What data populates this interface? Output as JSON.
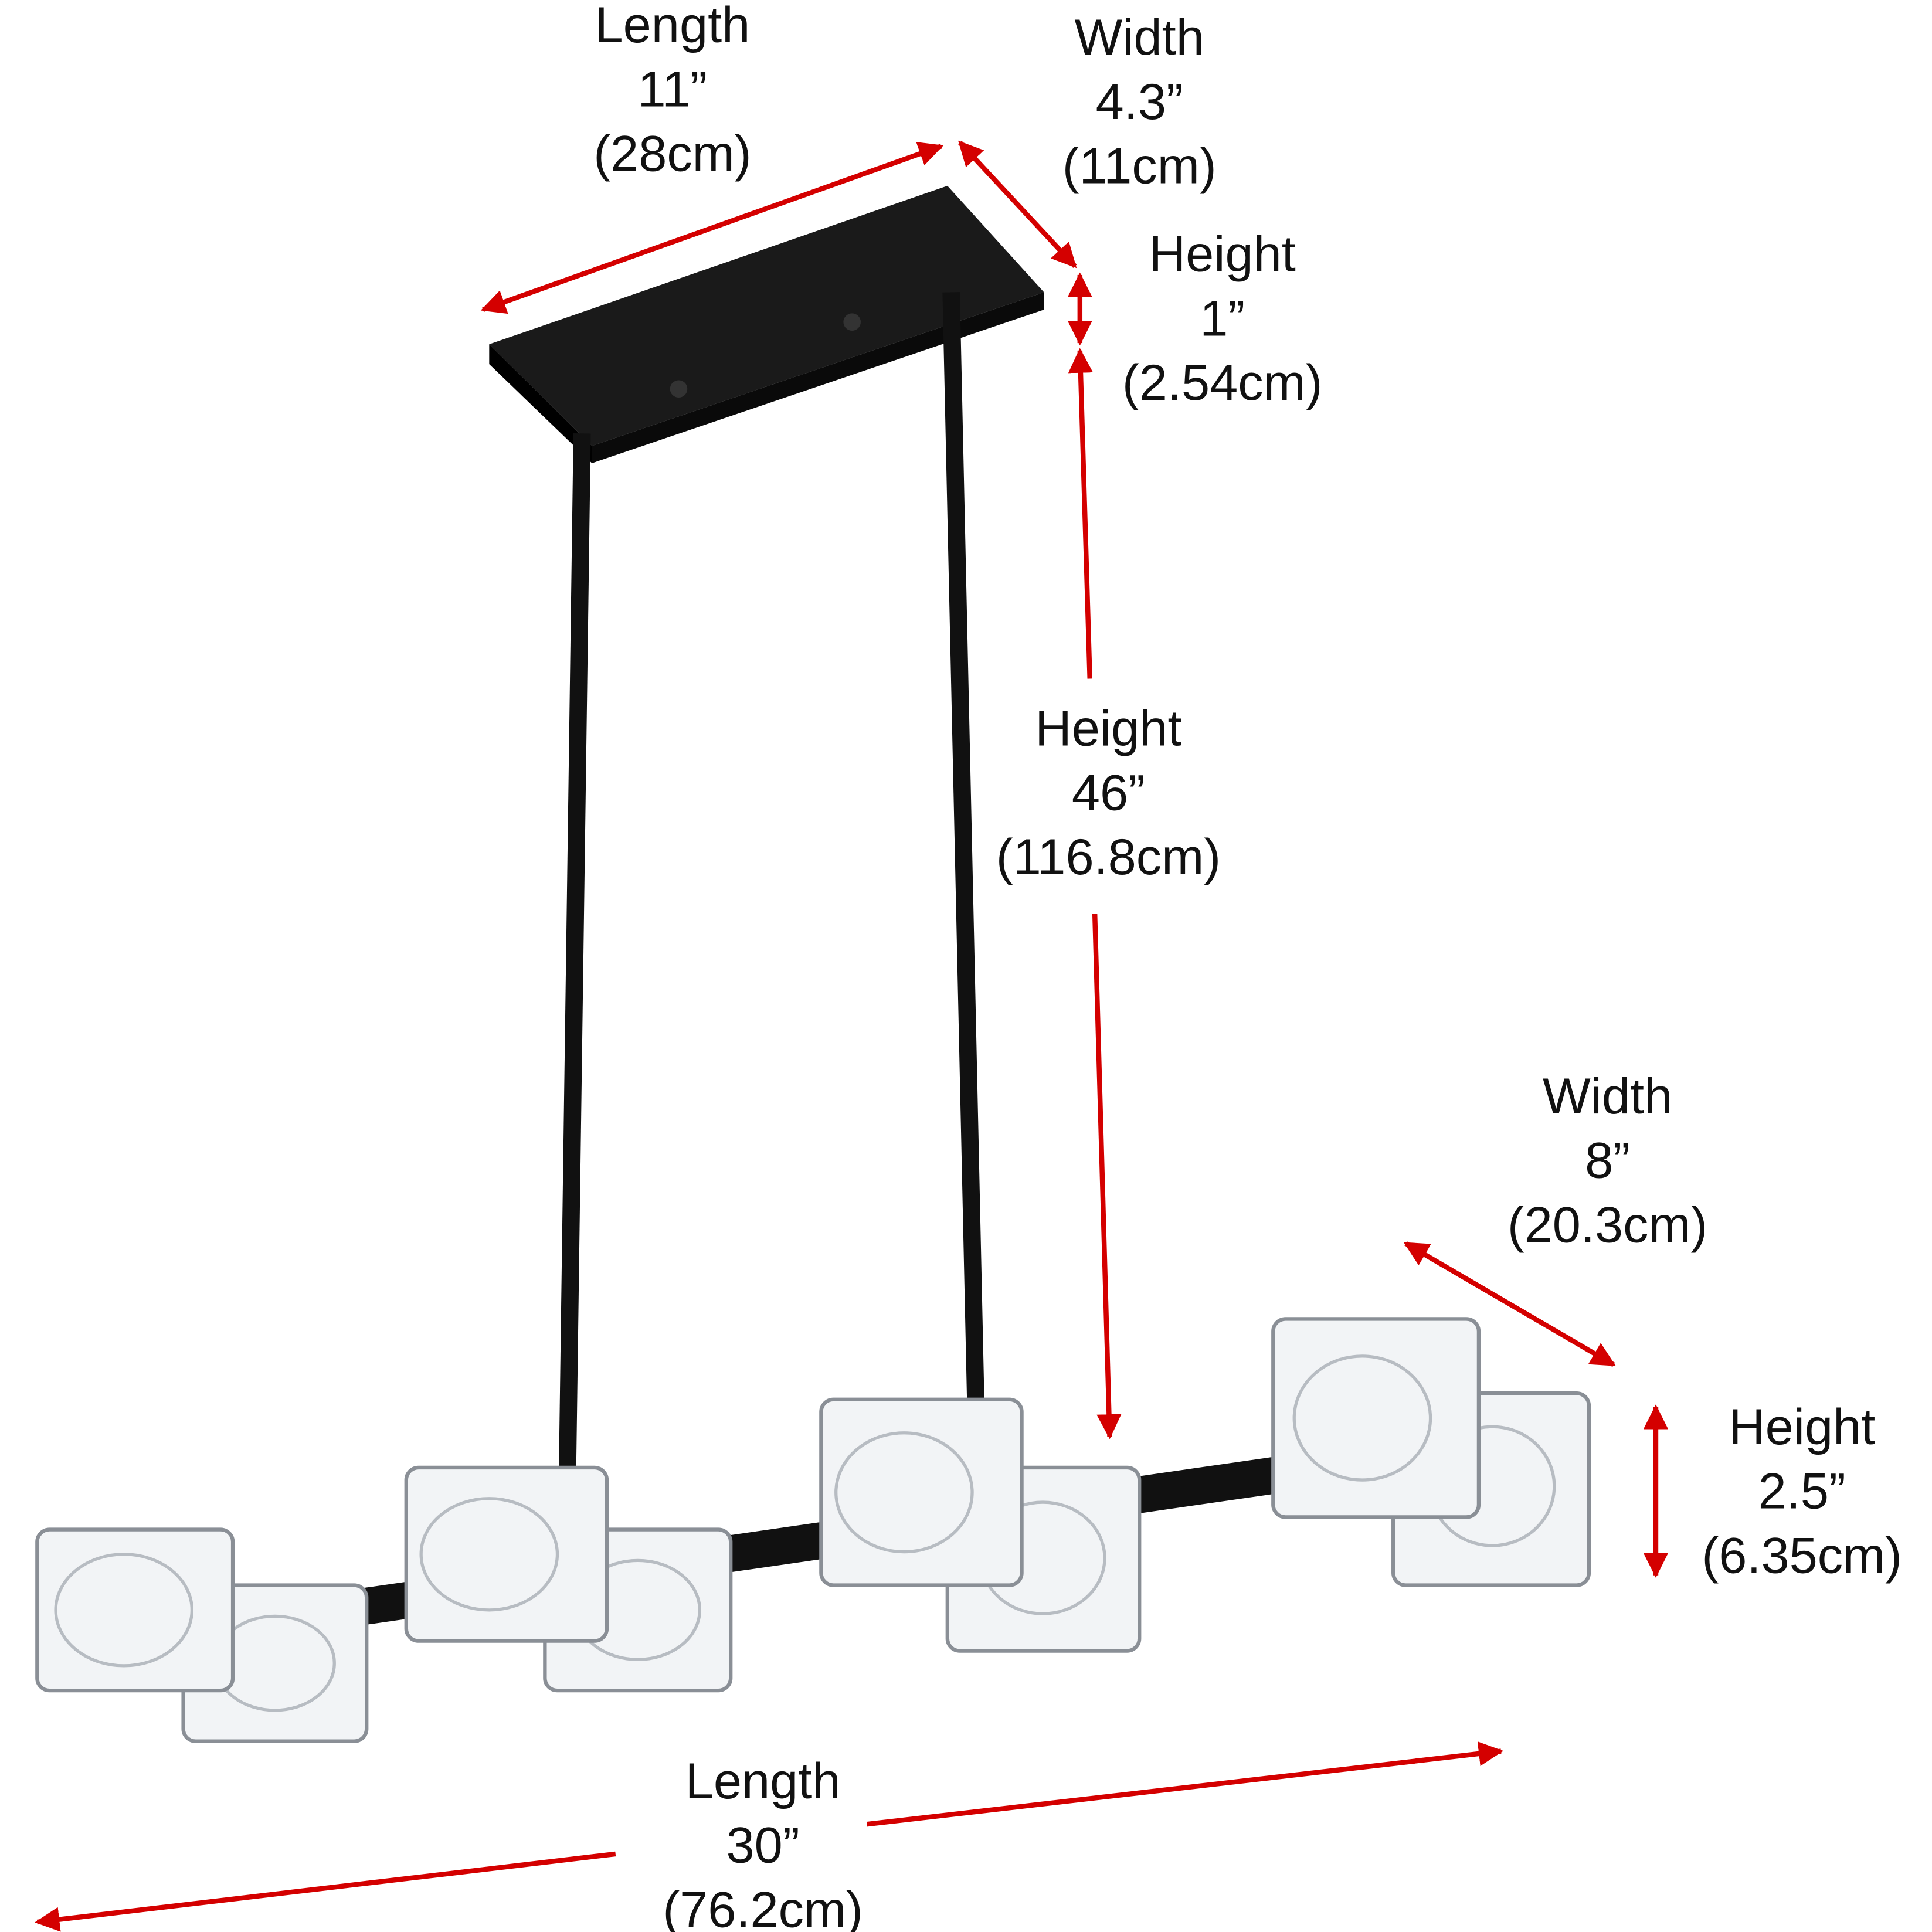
{
  "colors": {
    "arrow": "#d40000",
    "fixture": "#111111",
    "text": "#111111"
  },
  "dimensions": {
    "canopy_length": {
      "label": "Length",
      "imperial": "11”",
      "metric": "(28cm)"
    },
    "canopy_width": {
      "label": "Width",
      "imperial": "4.3”",
      "metric": "(11cm)"
    },
    "canopy_height": {
      "label": "Height",
      "imperial": "1”",
      "metric": "(2.54cm)"
    },
    "overall_height": {
      "label": "Height",
      "imperial": "46”",
      "metric": "(116.8cm)"
    },
    "fixture_width": {
      "label": "Width",
      "imperial": "8”",
      "metric": "(20.3cm)"
    },
    "shade_height": {
      "label": "Height",
      "imperial": "2.5”",
      "metric": "(6.35cm)"
    },
    "fixture_length": {
      "label": "Length",
      "imperial": "30”",
      "metric": "(76.2cm)"
    }
  }
}
